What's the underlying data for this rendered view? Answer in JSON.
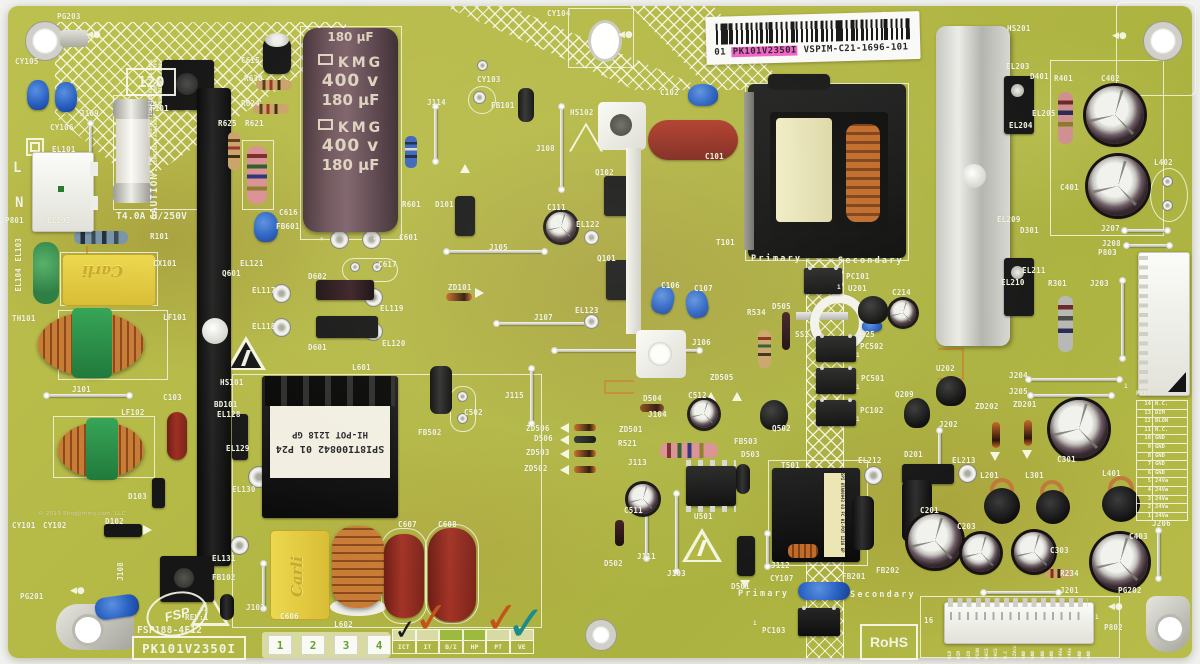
{
  "sticker": {
    "prefix": "01 ",
    "part": "PK101V2350I",
    "suffix": " VSPIM-C21-1696-101"
  },
  "board_code": "120",
  "fuse_rating": "T4.0A H/250V",
  "caution": {
    "title": "CAUTION:",
    "lines": [
      "FOR CONTINUED",
      "PROTECTION AGAINST",
      "RISK OF FIRE",
      "REPLACE ONLY WITH",
      "SAME TYPE AND"
    ]
  },
  "kmg": {
    "top": "180 µF",
    "brand": "KMG",
    "voltage": "400 v",
    "capacity": "180 µF"
  },
  "carli": "Carli",
  "l601_sticker": [
    "SPI8TI00842 01 P24",
    "HI-POT 1218 GP"
  ],
  "t501_sticker": [
    "SPI 8TA00943 03 FC",
    "HI-POT 1218 GP"
  ],
  "fsp_logo": "FSP",
  "rev": "REV:1",
  "rev_mark": "01",
  "model": "FSP188-4F12",
  "part_number": "PK101V2350I",
  "rohs": "RoHS",
  "num_boxes": [
    "1",
    "2",
    "3",
    "4"
  ],
  "test_table": [
    {
      "label": "ICT",
      "mark": "check-black"
    },
    {
      "label": "IT",
      "mark": "check-orange"
    },
    {
      "label": "B/I",
      "mark": "fill-green"
    },
    {
      "label": "HP",
      "mark": "fill-green"
    },
    {
      "label": "PT",
      "mark": "check-orange"
    },
    {
      "label": "VE",
      "mark": "check-teal"
    }
  ],
  "p803_pins": [
    [
      "14",
      "N.C."
    ],
    [
      "13",
      "DIM"
    ],
    [
      "12",
      "BLON"
    ],
    [
      "11",
      "N.C."
    ],
    [
      "10",
      "GND"
    ],
    [
      "9",
      "GND"
    ],
    [
      "8",
      "GND"
    ],
    [
      "7",
      "GND"
    ],
    [
      "6",
      "GND"
    ],
    [
      "5",
      "24Va"
    ],
    [
      "4",
      "24Va"
    ],
    [
      "3",
      "24Va"
    ],
    [
      "2",
      "24Va"
    ],
    [
      "1",
      "24Va"
    ]
  ],
  "p802_pins": [
    "BLD",
    "DIM",
    "ACD",
    "PSON",
    "BAC5",
    "SAC5",
    "N.C",
    "12Vcc",
    "GND",
    "GND",
    "GND",
    "GND",
    "24Va",
    "24Va",
    "GND",
    "GND"
  ],
  "colors": {
    "board": "#b6ba46",
    "silkscreen": "#f1f4e2",
    "highlight": "#f05fc6",
    "check_orange": "#c4531a",
    "check_teal": "#1d8b8b"
  },
  "silkscreen": [
    [
      "PG203",
      57,
      12
    ],
    [
      "CY104",
      547,
      9
    ],
    [
      "CY105",
      15,
      57
    ],
    [
      "J109",
      80,
      109
    ],
    [
      "CY106",
      50,
      123
    ],
    [
      "EL101",
      52,
      145
    ],
    [
      "L",
      13,
      160,
      "lg"
    ],
    [
      "N",
      15,
      195,
      "lg"
    ],
    [
      "P801",
      5,
      216
    ],
    [
      "EL102",
      47,
      216
    ],
    [
      "F101",
      150,
      104
    ],
    [
      "R101",
      150,
      232
    ],
    [
      "C615",
      241,
      56
    ],
    [
      "R630",
      244,
      74
    ],
    [
      "R624",
      241,
      99
    ],
    [
      "R625",
      218,
      119
    ],
    [
      "R621",
      245,
      119
    ],
    [
      "C616",
      279,
      208
    ],
    [
      "FB601",
      276,
      222
    ],
    [
      "EL103",
      14,
      238,
      "v"
    ],
    [
      "EL104",
      14,
      268,
      "v"
    ],
    [
      "TH101",
      12,
      314
    ],
    [
      "CX101",
      153,
      259
    ],
    [
      "LF101",
      163,
      313
    ],
    [
      "J101",
      72,
      385
    ],
    [
      "C103",
      163,
      393
    ],
    [
      "LF102",
      121,
      408
    ],
    [
      "CY101",
      12,
      521
    ],
    [
      "CY102",
      43,
      521
    ],
    [
      "D102",
      105,
      517
    ],
    [
      "D103",
      128,
      492
    ],
    [
      "PG201",
      20,
      592
    ],
    [
      "J108",
      116,
      562,
      "v"
    ],
    [
      "EL121",
      240,
      259
    ],
    [
      "Q601",
      222,
      269
    ],
    [
      "EL117",
      252,
      286
    ],
    [
      "EL118",
      252,
      322
    ],
    [
      "D602",
      308,
      272
    ],
    [
      "D601",
      308,
      343
    ],
    [
      "EL119",
      380,
      304
    ],
    [
      "EL120",
      382,
      339
    ],
    [
      "C617",
      378,
      260
    ],
    [
      "HS101",
      220,
      378
    ],
    [
      "BD101",
      214,
      400
    ],
    [
      "EL128",
      217,
      410
    ],
    [
      "EL129",
      226,
      444
    ],
    [
      "EL130",
      232,
      485
    ],
    [
      "EL131",
      212,
      554
    ],
    [
      "FB102",
      212,
      573
    ],
    [
      "J102",
      246,
      603
    ],
    [
      "L601",
      352,
      363
    ],
    [
      "C606",
      280,
      612
    ],
    [
      "L602",
      334,
      620
    ],
    [
      "C607",
      398,
      520
    ],
    [
      "C608",
      438,
      520
    ],
    [
      "FB502",
      418,
      428
    ],
    [
      "C502",
      464,
      408
    ],
    [
      "J115",
      505,
      391
    ],
    [
      "C601",
      399,
      233
    ],
    [
      "+",
      320,
      236,
      "t"
    ],
    [
      "+",
      373,
      236,
      "t"
    ],
    [
      "J114",
      427,
      98
    ],
    [
      "R601",
      402,
      200
    ],
    [
      "D101",
      435,
      200
    ],
    [
      "J105",
      489,
      243
    ],
    [
      "CY103",
      477,
      75
    ],
    [
      "FB101",
      491,
      101
    ],
    [
      "HS102",
      570,
      108
    ],
    [
      "J108",
      536,
      144
    ],
    [
      "C111",
      547,
      203
    ],
    [
      "ZD101",
      448,
      283
    ],
    [
      "J107",
      534,
      313
    ],
    [
      "EL122",
      576,
      220
    ],
    [
      "Q102",
      595,
      168
    ],
    [
      "Q101",
      597,
      254
    ],
    [
      "C102",
      660,
      88
    ],
    [
      "C101",
      705,
      152
    ],
    [
      "C106",
      661,
      281
    ],
    [
      "C107",
      694,
      284
    ],
    [
      "EL123",
      575,
      306
    ],
    [
      "J106",
      692,
      338
    ],
    [
      "ZD506",
      526,
      424
    ],
    [
      "D506",
      534,
      434
    ],
    [
      "ZD503",
      526,
      448
    ],
    [
      "ZD502",
      524,
      464
    ],
    [
      "ZD501",
      619,
      425
    ],
    [
      "R521",
      618,
      439
    ],
    [
      "J113",
      628,
      458
    ],
    [
      "D504",
      643,
      394
    ],
    [
      "J104",
      648,
      410
    ],
    [
      "C512",
      688,
      391
    ],
    [
      "ZD505",
      710,
      373
    ],
    [
      "FB503",
      734,
      437
    ],
    [
      "D503",
      741,
      450
    ],
    [
      "Q502",
      772,
      424
    ],
    [
      "C511",
      624,
      506
    ],
    [
      "D502",
      604,
      559
    ],
    [
      "J111",
      637,
      552
    ],
    [
      "J103",
      667,
      569
    ],
    [
      "U501",
      694,
      512
    ],
    [
      "1",
      733,
      461,
      "t"
    ],
    [
      "D501",
      731,
      582
    ],
    [
      "J112",
      771,
      561
    ],
    [
      "CY107",
      770,
      574
    ],
    [
      "T501",
      781,
      461
    ],
    [
      "FB201",
      842,
      572
    ],
    [
      "FB202",
      876,
      566
    ],
    [
      "EL212",
      858,
      456
    ],
    [
      "EL213",
      952,
      456
    ],
    [
      "D201",
      904,
      450
    ],
    [
      "Primary",
      738,
      589,
      "ls"
    ],
    [
      "Secondary",
      850,
      590,
      "ls"
    ],
    [
      "PC103",
      762,
      626
    ],
    [
      "1",
      753,
      620,
      "t"
    ],
    [
      "T101",
      716,
      238
    ],
    [
      "Primary",
      751,
      254,
      "ls"
    ],
    [
      "Secondary",
      838,
      256,
      "ls"
    ],
    [
      "PC101",
      846,
      272
    ],
    [
      "1",
      837,
      284,
      "t"
    ],
    [
      "U201",
      848,
      284
    ],
    [
      "C214",
      892,
      288
    ],
    [
      "C225",
      856,
      330
    ],
    [
      "SS1",
      795,
      330
    ],
    [
      "R534",
      747,
      308
    ],
    [
      "D505",
      772,
      302
    ],
    [
      "PC502",
      860,
      342
    ],
    [
      "1",
      856,
      352,
      "t"
    ],
    [
      "PC501",
      861,
      374
    ],
    [
      "1",
      856,
      384,
      "t"
    ],
    [
      "PC102",
      860,
      406
    ],
    [
      "1",
      856,
      416,
      "t"
    ],
    [
      "Q209",
      895,
      390
    ],
    [
      "U202",
      936,
      364
    ],
    [
      "J202",
      939,
      420
    ],
    [
      "ZD202",
      975,
      402
    ],
    [
      "ZD201",
      1013,
      400
    ],
    [
      "J204",
      1009,
      371
    ],
    [
      "J205",
      1009,
      387
    ],
    [
      "C301",
      1057,
      455
    ],
    [
      "R301",
      1048,
      279
    ],
    [
      "J203",
      1090,
      279
    ],
    [
      "EL210",
      1001,
      278
    ],
    [
      "EL211",
      1022,
      266
    ],
    [
      "EL209",
      997,
      215
    ],
    [
      "D301",
      1020,
      226
    ],
    [
      "J207",
      1101,
      224
    ],
    [
      "J208",
      1102,
      239
    ],
    [
      "P803",
      1098,
      248
    ],
    [
      "L402",
      1154,
      158
    ],
    [
      "C401",
      1060,
      183
    ],
    [
      "C402",
      1101,
      74
    ],
    [
      "R401",
      1054,
      74
    ],
    [
      "D401",
      1030,
      72
    ],
    [
      "EL203",
      1006,
      62
    ],
    [
      "EL205",
      1032,
      109
    ],
    [
      "EL204",
      1009,
      121
    ],
    [
      "HS201",
      1007,
      24
    ],
    [
      "L201",
      980,
      471
    ],
    [
      "L301",
      1025,
      471
    ],
    [
      "L401",
      1102,
      469
    ],
    [
      "C201",
      920,
      506
    ],
    [
      "C203",
      957,
      522
    ],
    [
      "C303",
      1050,
      546
    ],
    [
      "R234",
      1060,
      569
    ],
    [
      "J201",
      1060,
      586
    ],
    [
      "C403",
      1129,
      532
    ],
    [
      "J206",
      1152,
      519
    ],
    [
      "PG202",
      1118,
      586
    ],
    [
      "P802",
      1104,
      623
    ],
    [
      "1",
      1095,
      614,
      "t"
    ],
    [
      "16",
      924,
      616
    ],
    [
      "P803",
      1136,
      390,
      "t"
    ],
    [
      "1",
      1124,
      383,
      "t"
    ],
    [
      "REV:1",
      185,
      613
    ],
    [
      "FSP188-4F12",
      137,
      625,
      "m"
    ],
    [
      "© 2013 ShopJimmy.com, LLC",
      38,
      511,
      "wm"
    ]
  ]
}
